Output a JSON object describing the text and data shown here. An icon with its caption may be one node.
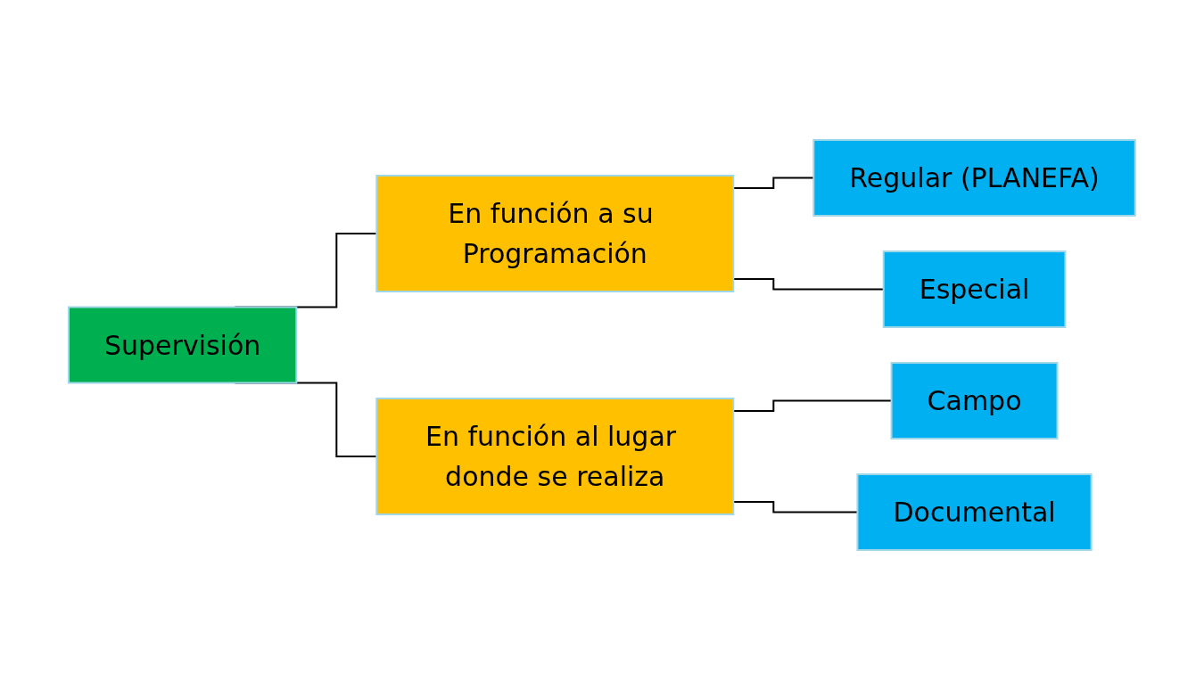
{
  "diagram": {
    "nodes": [
      {
        "text": [
          "Supervisión"
        ]
      },
      {
        "text": [
          "En función a su Programación"
        ]
      },
      {
        "text": [
          "En función al lugar donde se realiza"
        ]
      },
      {
        "text": [
          "Regular (PLANEFA)"
        ]
      },
      {
        "text": [
          "Especial"
        ]
      },
      {
        "text": [
          "Campo"
        ]
      },
      {
        "text": [
          "Documental"
        ]
      }
    ],
    "edges": [
      {
        "from": 0,
        "to": 1,
        "arrow": "none"
      },
      {
        "from": 0,
        "to": 2,
        "arrow": "none"
      },
      {
        "from": 1,
        "to": 3,
        "arrow": "none"
      },
      {
        "from": 1,
        "to": 4,
        "arrow": "none"
      },
      {
        "from": 2,
        "to": 5,
        "arrow": "none"
      },
      {
        "from": 2,
        "to": 6,
        "arrow": "none"
      }
    ]
  }
}
